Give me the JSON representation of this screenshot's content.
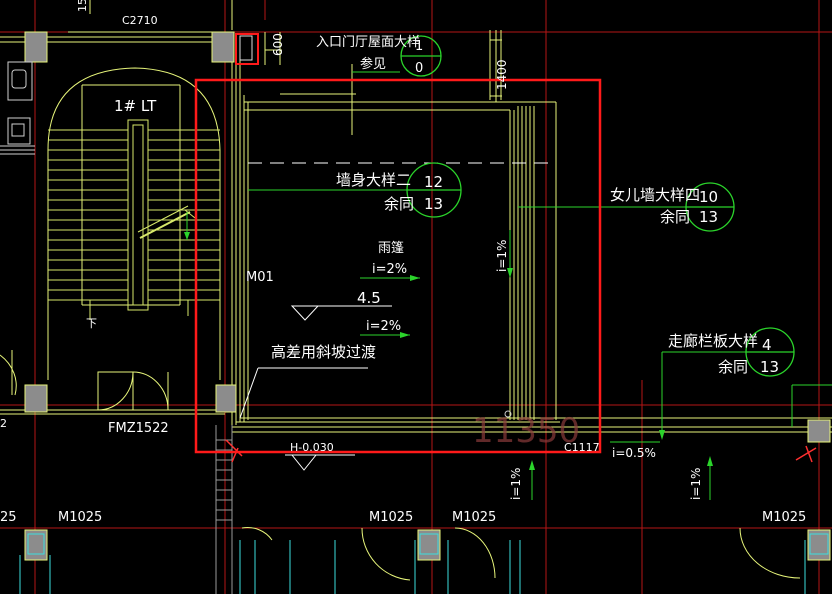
{
  "drawing": {
    "window_label": "C2710",
    "dim_top_stub": "15",
    "dim_600": "600",
    "dim_1400": "1400",
    "entrance_callout": {
      "title": "入口门厅屋面大样",
      "ref": "参见",
      "num": "1",
      "sheet": "0"
    },
    "parapet_callout_2": {
      "title": "墙身大样二",
      "ref": "余同",
      "num": "12",
      "sheet": "13"
    },
    "parapet_callout_4": {
      "title": "女儿墙大样四",
      "ref": "余同",
      "num": "10",
      "sheet": "13"
    },
    "corridor_callout": {
      "title": "走廊栏板大样",
      "ref": "余同",
      "num": "4",
      "sheet": "13"
    },
    "stair_label": "1# LT",
    "door_m01": "M01",
    "canopy_label": "雨篷",
    "slope_2pct": "i=2%",
    "slope_2pct_b": "i=2%",
    "level_45": "4.5",
    "slope_vertical": "i=1%",
    "slope_bottom_1": "i=1%",
    "slope_bottom_2": "i=1%",
    "slope_corridor": "i=0.5%",
    "transition_note": "高差用斜坡过渡",
    "door_fmz": "FMZ1522",
    "h_level": "H-0.030",
    "c_label": "C1117",
    "dim_large": "11350",
    "axis_left_frag": "2",
    "door_m1025": [
      "25",
      "M1025",
      "M1025",
      "M1025",
      "M1025"
    ],
    "down_mark": "下"
  },
  "colors": {
    "background": "#000000",
    "highlight_box": "#ff1a1a",
    "callout_circle": "#2bd42b",
    "wall": "#e8ff6a",
    "dim": "#e8f07a",
    "axis": "#c81818",
    "column": "#9a9a9a",
    "door_cyan": "#34e0e0",
    "text": "#ffffff"
  }
}
